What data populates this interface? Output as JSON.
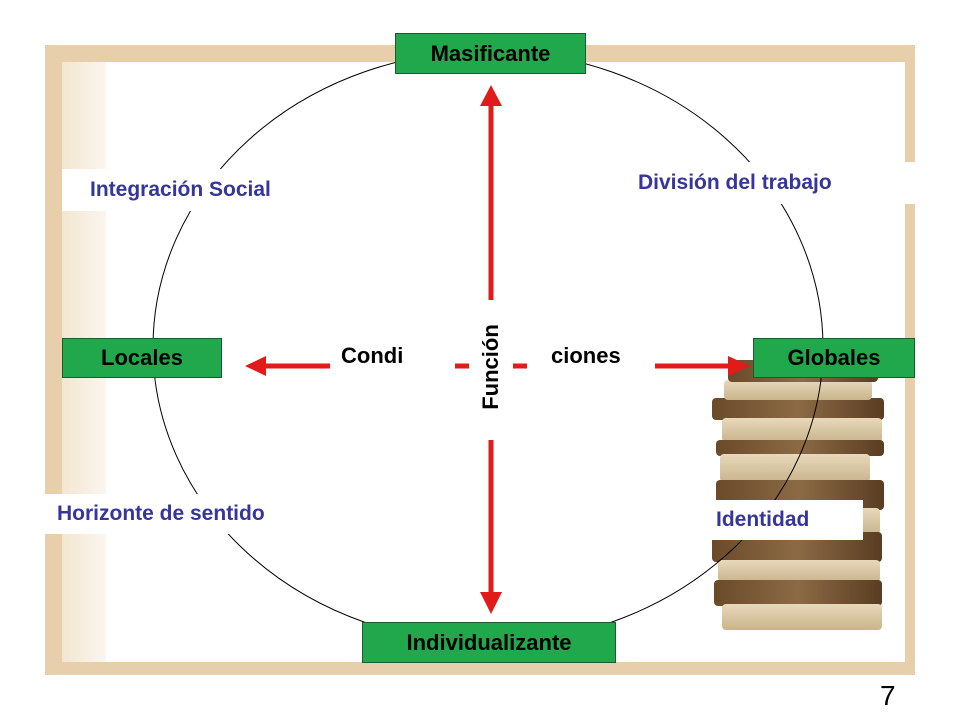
{
  "top_box": "Masificante",
  "bottom_box": "Individualizante",
  "left_box": "Locales",
  "right_box": "Globales",
  "center_left": "Condi",
  "center_right": "ciones",
  "center_vertical": "Función",
  "labels": {
    "integracion": "Integración Social",
    "division": "División del trabajo",
    "horizonte": "Horizonte de sentido",
    "identidad": "Identidad"
  },
  "page_number": "7",
  "colors": {
    "box_fill": "#22a84c",
    "label_text": "#35359a",
    "arrow": "#e11a1a",
    "frame": "#e6cfaa"
  },
  "icons": {
    "books": "books-stack-icon"
  }
}
